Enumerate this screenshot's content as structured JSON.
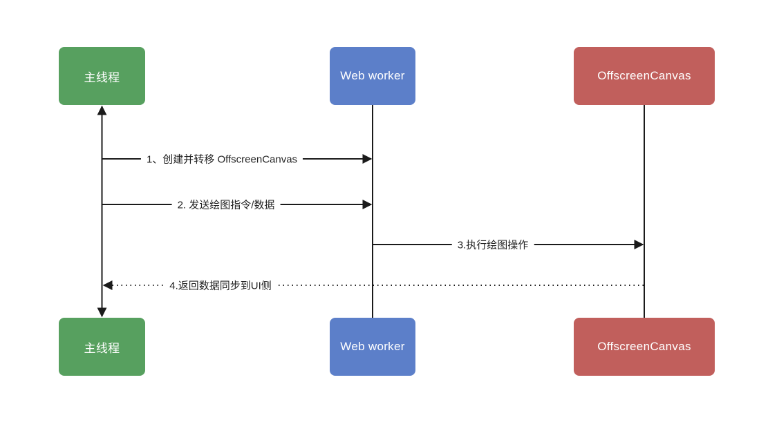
{
  "colors": {
    "main_thread": "#57a05f",
    "web_worker": "#5c7fc9",
    "offscreen_canvas": "#c15f5c",
    "connector": "#1b1b1b",
    "background": "#ffffff"
  },
  "actors": {
    "main_thread": {
      "label": "主线程"
    },
    "web_worker": {
      "label": "Web worker"
    },
    "offscreen_canvas": {
      "label": "OffscreenCanvas"
    }
  },
  "messages": [
    {
      "label": "1、创建并转移 OffscreenCanvas",
      "style": "solid",
      "from": "main_thread",
      "to": "web_worker"
    },
    {
      "label": "2. 发送绘图指令/数据",
      "style": "solid",
      "from": "main_thread",
      "to": "web_worker"
    },
    {
      "label": "3.执行绘图操作",
      "style": "solid",
      "from": "web_worker",
      "to": "offscreen_canvas"
    },
    {
      "label": "4.返回数据同步到UI侧",
      "style": "dotted",
      "from": "offscreen_canvas",
      "to": "main_thread"
    }
  ]
}
